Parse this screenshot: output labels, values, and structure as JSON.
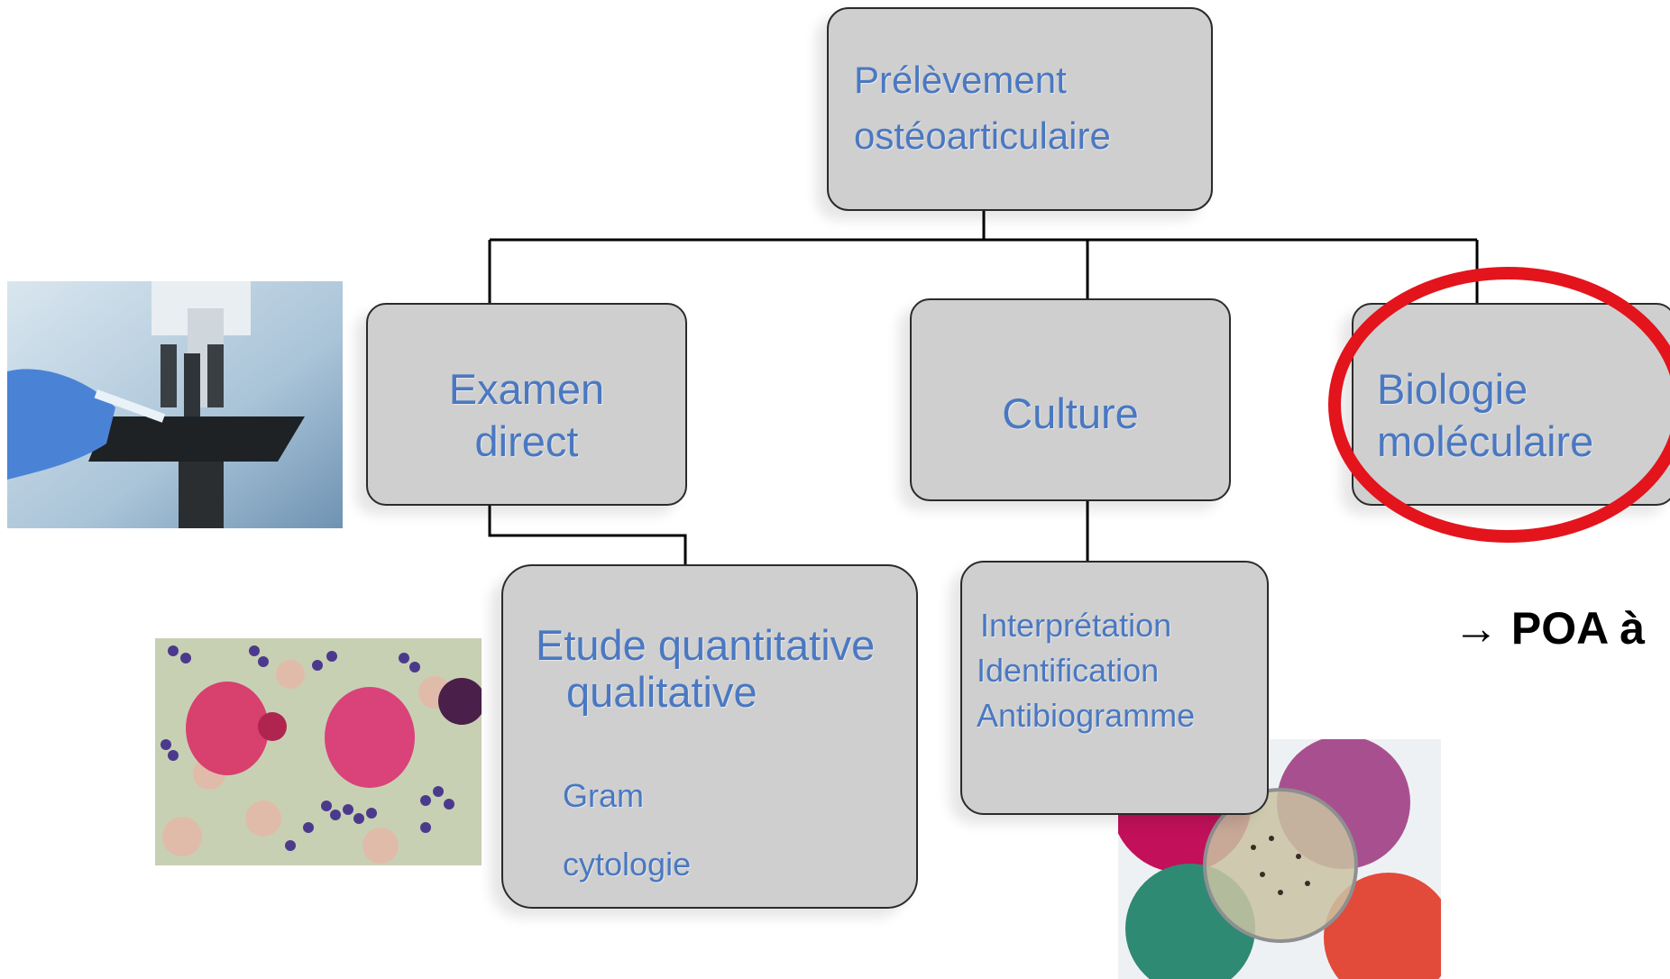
{
  "diagram": {
    "root": {
      "line1": "Prélèvement",
      "line2": "ostéoarticulaire"
    },
    "examen": {
      "line1": "Examen",
      "line2": "direct"
    },
    "culture": {
      "label": "Culture"
    },
    "biologie": {
      "line1": "Biologie",
      "line2": "moléculaire"
    },
    "etude": {
      "line1": "Etude quantitative",
      "line2": "qualitative",
      "item1": "Gram",
      "item2": "cytologie"
    },
    "interpretation": {
      "line1": "Interprétation",
      "line2": "Identification",
      "line3": "Antibiogramme"
    },
    "arrow_note": "POA à"
  },
  "colors": {
    "node_fill": "#cfcfcf",
    "node_text": "#4a78c2",
    "highlight_circle": "#e3141c",
    "connector": "#000000"
  }
}
